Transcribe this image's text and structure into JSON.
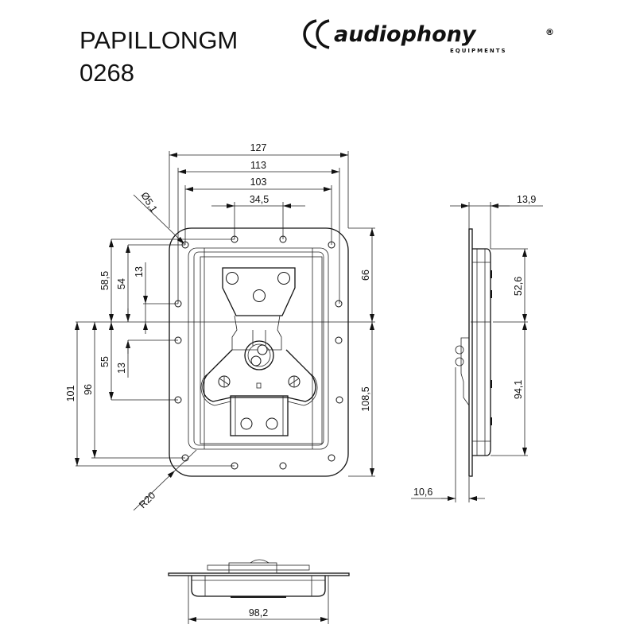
{
  "header": {
    "model_line1": "PAPILLONGM",
    "model_line2": "0268",
    "brand": "audiophony",
    "brand_mark": "®",
    "brand_sub": "EQUIPMENTS"
  },
  "front_view": {
    "dims": {
      "width_overall": "127",
      "hole_span_outer": "113",
      "hole_span_inner": "103",
      "hole_pitch_top": "34,5",
      "hole_diameter": "Ø5,1",
      "left_top_58": "58,5",
      "left_top_54": "54",
      "left_top_13": "13",
      "left_bottom_55": "55",
      "left_bottom_13": "13",
      "left_96": "96",
      "left_101": "101",
      "right_66": "66",
      "right_108": "108,5",
      "corner_radius": "R20"
    }
  },
  "side_view": {
    "dims": {
      "depth": "13,9",
      "upper": "52,6",
      "lower": "94,1",
      "latch_projection": "10,6"
    }
  },
  "bottom_view": {
    "dims": {
      "recess_width": "98,2"
    }
  }
}
